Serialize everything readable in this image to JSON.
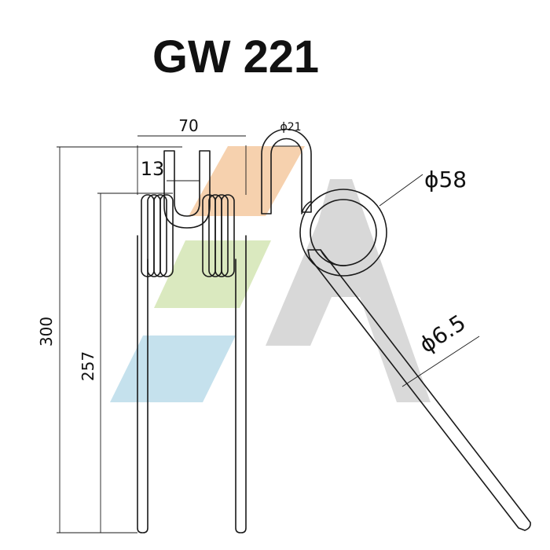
{
  "title": "GW 221",
  "dimensions": {
    "width_top": "70",
    "slot": "13",
    "height_total": "300",
    "height_tine": "257",
    "hook_diameter": "ϕ21",
    "coil_diameter": "ϕ58",
    "wire_diameter": "ϕ6.5"
  },
  "watermark": {
    "colors": [
      "#f5c9a0",
      "#d4e6b4",
      "#bcdcea",
      "#cfcfcf"
    ]
  }
}
